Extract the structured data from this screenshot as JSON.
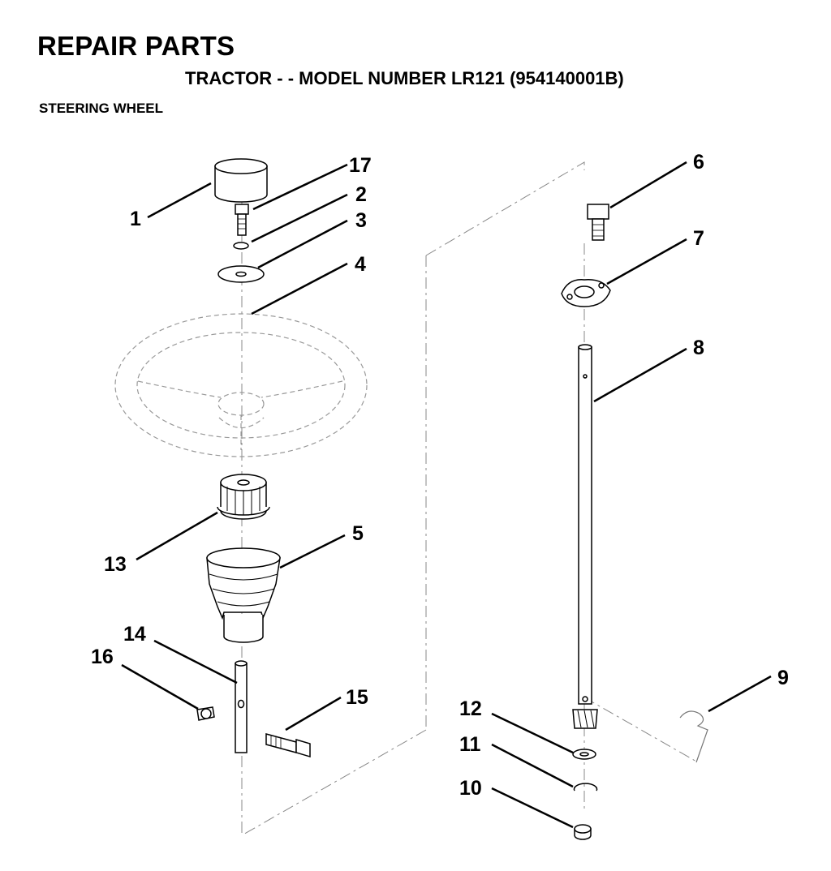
{
  "header": {
    "title": "REPAIR PARTS",
    "subtitle": "TRACTOR - - MODEL NUMBER LR121 (954140001B)",
    "section": "STEERING WHEEL"
  },
  "callouts": [
    "1",
    "2",
    "3",
    "4",
    "5",
    "6",
    "7",
    "8",
    "9",
    "10",
    "11",
    "12",
    "13",
    "14",
    "15",
    "16",
    "17"
  ]
}
